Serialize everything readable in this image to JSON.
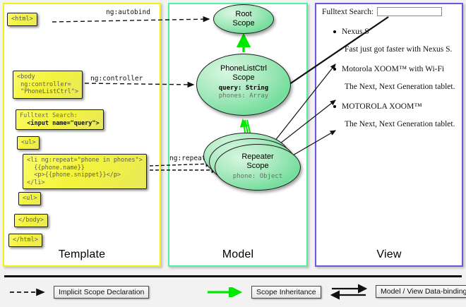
{
  "panels": [
    {
      "id": "template",
      "label": "Template",
      "border_color": "#f2f20d"
    },
    {
      "id": "model",
      "label": "Model",
      "border_color": "#4ff2a0"
    },
    {
      "id": "view",
      "label": "View",
      "border_color": "#6e57e0"
    }
  ],
  "template": {
    "boxes": [
      {
        "name": "html-open",
        "text": "<html>"
      },
      {
        "name": "body-open",
        "line1": "<body",
        "line2": " ng:controller=",
        "line3": " \"PhoneListCtrl\">"
      },
      {
        "name": "search",
        "label": "Fulltext Search:",
        "input_tag": "<input name=\"query\">"
      },
      {
        "name": "ul-open",
        "text": "<ul>"
      },
      {
        "name": "li-repeat",
        "line1": "<li ng:repeat=\"phone in phones\">",
        "line2": "  {{phone.name}}",
        "line3": "  <p>{{phone.snippet}}</p>",
        "line4": "</li>"
      },
      {
        "name": "ul-close",
        "text": "<ul>"
      },
      {
        "name": "body-close",
        "text": "</body>"
      },
      {
        "name": "html-close",
        "text": "</html>"
      }
    ]
  },
  "model": {
    "scopes": [
      {
        "name": "root-scope",
        "title_line1": "Root",
        "title_line2": "Scope"
      },
      {
        "name": "phonelistctrl-scope",
        "title_line1": "PhoneListCtrl",
        "title_line2": "Scope",
        "prop_key": "query: String",
        "prop_value": "phones: Array"
      },
      {
        "name": "repeater-scope",
        "title_line1": "Repeater",
        "title_line2": "Scope",
        "prop_value": "phone: Object"
      }
    ]
  },
  "view": {
    "search_label": "Fulltext Search:",
    "search_value": "",
    "search_placeholder": "",
    "phones": [
      {
        "name": "Nexus S",
        "snippet": "Fast just got faster with Nexus S."
      },
      {
        "name": "Motorola XOOM™  with Wi-Fi",
        "snippet": "The Next, Next Generation tablet."
      },
      {
        "name": "MOTOROLA XOOM™",
        "snippet": "The Next, Next Generation tablet."
      }
    ]
  },
  "edges": {
    "autobind": "ng:autobind",
    "controller": "ng:controller",
    "repeat": "ng:repeat"
  },
  "legend": {
    "items": [
      {
        "name": "implicit-scope-declaration",
        "label": "Implicit Scope Declaration",
        "style": "dashed-arrow",
        "color": "#111111"
      },
      {
        "name": "scope-inheritance",
        "label": "Scope Inheritance",
        "style": "solid-arrow",
        "color": "#00e800"
      },
      {
        "name": "model-view-data-binding",
        "label": "Model / View Data-binding",
        "style": "double-arrow",
        "color": "#111111"
      }
    ]
  },
  "colors": {
    "template_border": "#f2f20d",
    "model_border": "#4ff2a0",
    "view_border": "#6e57e0",
    "inheritance_green": "#00e800",
    "code_box_yellow": "#f4f43c"
  }
}
